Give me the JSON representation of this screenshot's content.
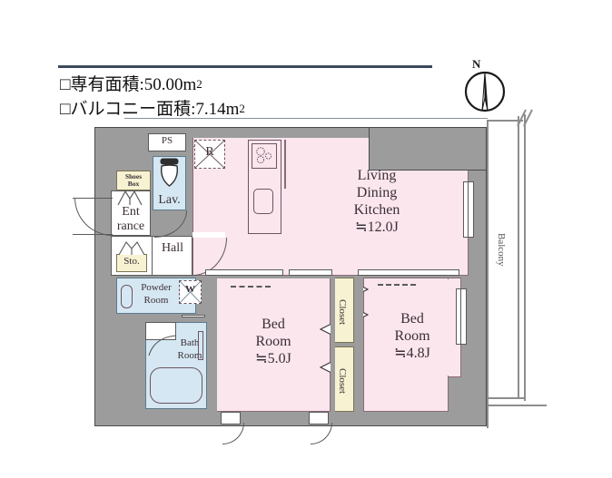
{
  "header": {
    "area_exclusive_label": "□専有面積:",
    "area_exclusive_value": "50.00",
    "area_balcony_label": "□バルコニー面積:",
    "area_balcony_value": "7.14",
    "unit": "m",
    "unit_sup": "2"
  },
  "compass": {
    "north_label": "N",
    "icon": "compass-needle-icon"
  },
  "rooms": {
    "ldk": {
      "name": "Living\nDining\nKitchen",
      "line1": "Living",
      "line2": "Dining",
      "line3": "Kitchen",
      "size": "≒12.0J"
    },
    "bedroom_left": {
      "line1": "Bed",
      "line2": "Room",
      "size": "≒5.0J"
    },
    "bedroom_right": {
      "line1": "Bed",
      "line2": "Room",
      "size": "≒4.8J"
    },
    "hall": {
      "label": "Hall"
    },
    "entrance": {
      "line1": "Ent",
      "line2": "rance"
    },
    "shoes_box": {
      "line1": "Shoes",
      "line2": "Box"
    },
    "storage": {
      "label": "Sto."
    },
    "lavatory": {
      "label": "Lav."
    },
    "powder_room": {
      "line1": "Powder",
      "line2": "Room"
    },
    "bath_room": {
      "line1": "Bath",
      "line2": "Room"
    },
    "closet_upper": {
      "label": "Closet"
    },
    "closet_lower": {
      "label": "Closet"
    },
    "balcony": {
      "label": "Balcony"
    },
    "pipe_shaft": {
      "label": "PS"
    },
    "refrigerator": {
      "label": "R"
    },
    "washer": {
      "label": "W"
    }
  },
  "colors": {
    "room_pink": "#fbe6ee",
    "room_blue": "#d5e7f3",
    "closet_cream": "#f7f2d2",
    "wall_gray": "#9c9c9c",
    "outline": "#4a4a4a",
    "text": "#3b2f35",
    "header_rule": "#3b4a5a"
  }
}
